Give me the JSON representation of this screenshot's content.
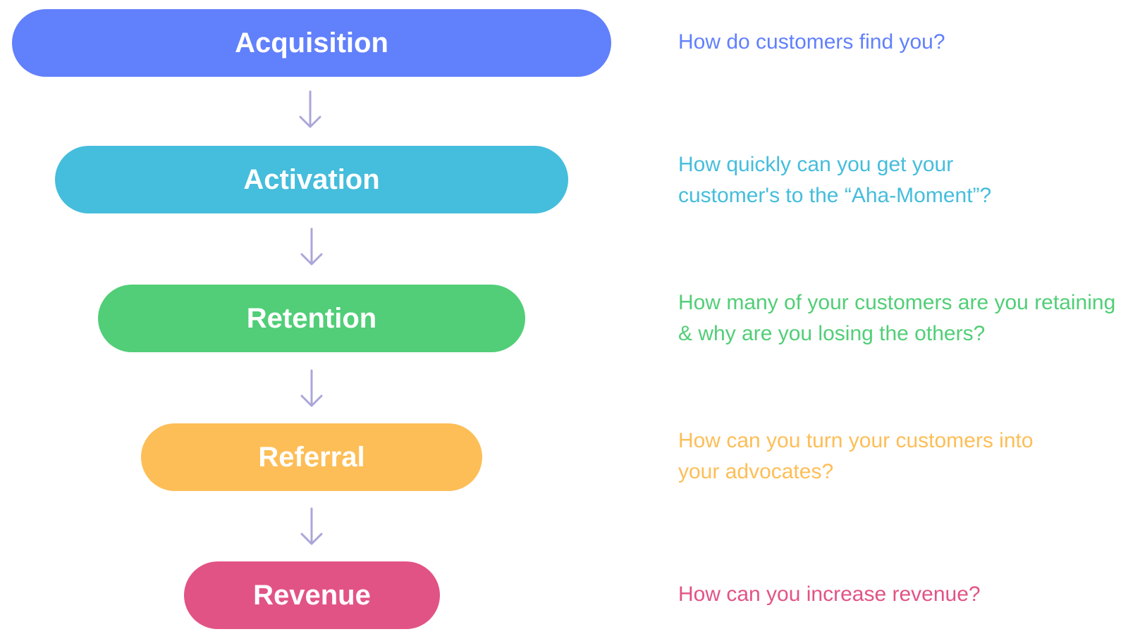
{
  "stages": [
    {
      "label": "Acquisition",
      "color": "#6180FC",
      "question": "How do customers find you?"
    },
    {
      "label": "Activation",
      "color": "#45BDDC",
      "question": "How quickly can you get your customer's to the “Aha-Moment”?"
    },
    {
      "label": "Retention",
      "color": "#51CE77",
      "question": "How many of your customers are you retaining & why are you losing the others?"
    },
    {
      "label": "Referral",
      "color": "#FDBE57",
      "question": "How can you turn your customers into your advocates?"
    },
    {
      "label": "Revenue",
      "color": "#E25385",
      "question": "How can you increase revenue?"
    }
  ],
  "arrow_color": "#ABA6D9"
}
